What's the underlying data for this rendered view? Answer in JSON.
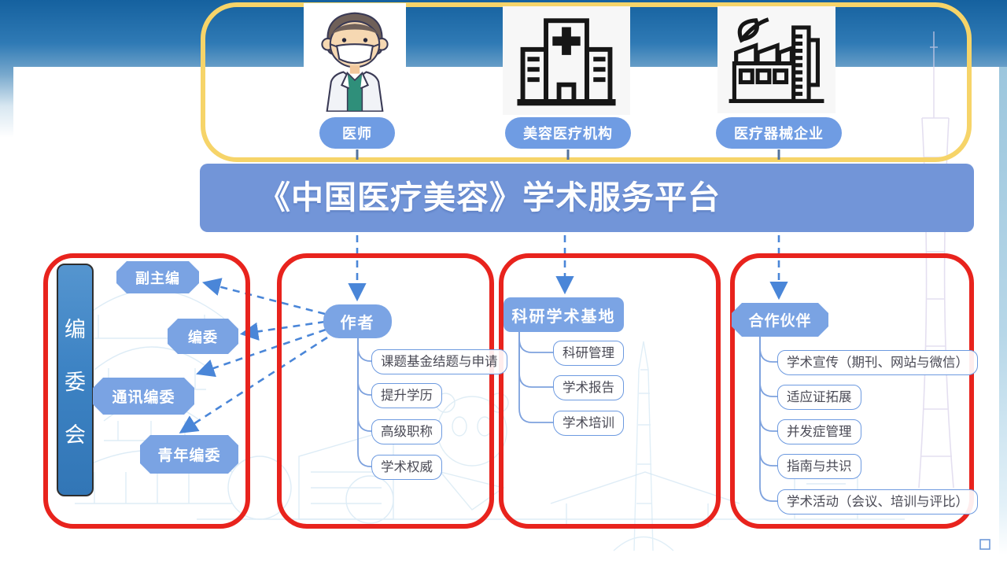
{
  "slide": {
    "title": "《中国医疗美容》学术服务平台"
  },
  "actors": [
    {
      "label": "医师",
      "icon": "doctor-icon"
    },
    {
      "label": "美容医疗机构",
      "icon": "hospital-icon"
    },
    {
      "label": "医疗器械企业",
      "icon": "factory-icon"
    }
  ],
  "editorial": {
    "bar_label": "编委会",
    "bar_chars": {
      "c1": "编",
      "c2": "委",
      "c3": "会"
    },
    "roles": [
      "副主编",
      "编委",
      "通讯编委",
      "青年编委"
    ]
  },
  "author": {
    "label": "作者",
    "items": [
      "课题基金结题与申请",
      "提升学历",
      "高级职称",
      "学术权威"
    ]
  },
  "research_base": {
    "label": "科研学术基地",
    "items": [
      "科研管理",
      "学术报告",
      "学术培训"
    ]
  },
  "partners": {
    "label": "合作伙伴",
    "items": [
      "学术宣传（期刊、网站与微信）",
      "适应证拓展",
      "并发症管理",
      "指南与共识",
      "学术活动（会议、培训与评比）"
    ]
  },
  "colors": {
    "frame_yellow": "#f6d469",
    "accent_red": "#e8231d",
    "banner_blue": "#7295d8",
    "node_blue": "#7ba4e4",
    "bar_blue": "#3d83c4",
    "arrow_blue": "#4a86d8"
  }
}
